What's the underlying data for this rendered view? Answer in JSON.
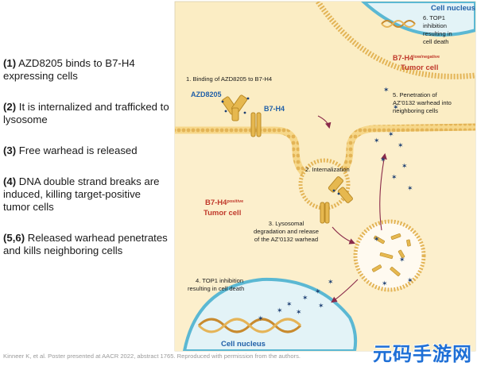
{
  "steps": [
    {
      "num": "(1)",
      "text": "AZD8205 binds to B7-H4 expressing cells"
    },
    {
      "num": "(2)",
      "text": "It is internalized and trafficked to lysosome"
    },
    {
      "num": "(3)",
      "text": "Free warhead is released"
    },
    {
      "num": "(4)",
      "text": "DNA double strand breaks are induced, killing target-positive tumor cells"
    },
    {
      "num": "(5,6)",
      "text": "Released warhead penetrates and kills neighboring cells"
    }
  ],
  "diagram": {
    "nucleus_top_label": "Cell nucleus",
    "nucleus_bottom_label": "Cell nucleus",
    "step6_lines": [
      "6. TOP1",
      "inhibition",
      "resulting in",
      "cell death"
    ],
    "neighbor_cell_b7h4": "B7-H4",
    "neighbor_cell_sup": "low/negative",
    "neighbor_cell_label": "Tumor cell",
    "step1_label": "1. Binding of AZD8205 to B7-H4",
    "adc_label": "AZD8205",
    "receptor_label": "B7-H4",
    "step5_lines": [
      "5. Penetration of",
      "AZ’0132 warhead into",
      "neighboring cells"
    ],
    "step2_label": "2. Internalization",
    "target_cell_b7h4": "B7-H4",
    "target_cell_sup": "positive",
    "target_cell_label": "Tumor cell",
    "step3_lines": [
      "3. Lysosomal",
      "degradation and release",
      "of the AZ’0132 warhead"
    ],
    "step4_lines": [
      "4. TOP1 inhibition",
      "resulting in cell death"
    ]
  },
  "citation": "Kinneer K, et al. Poster presented at AACR 2022, abstract 1765. Reproduced with permission from the authors.",
  "watermark": "元码手游网",
  "colors": {
    "cell_bg": "#fbedc4",
    "membrane": "#e0b455",
    "nucleus": "#e3f3f7",
    "nucleus_border": "#5bb8d3",
    "label_red": "#c0392b",
    "label_blue": "#2160a8",
    "arrow": "#8a2a4a",
    "star": "#1d3f73"
  }
}
